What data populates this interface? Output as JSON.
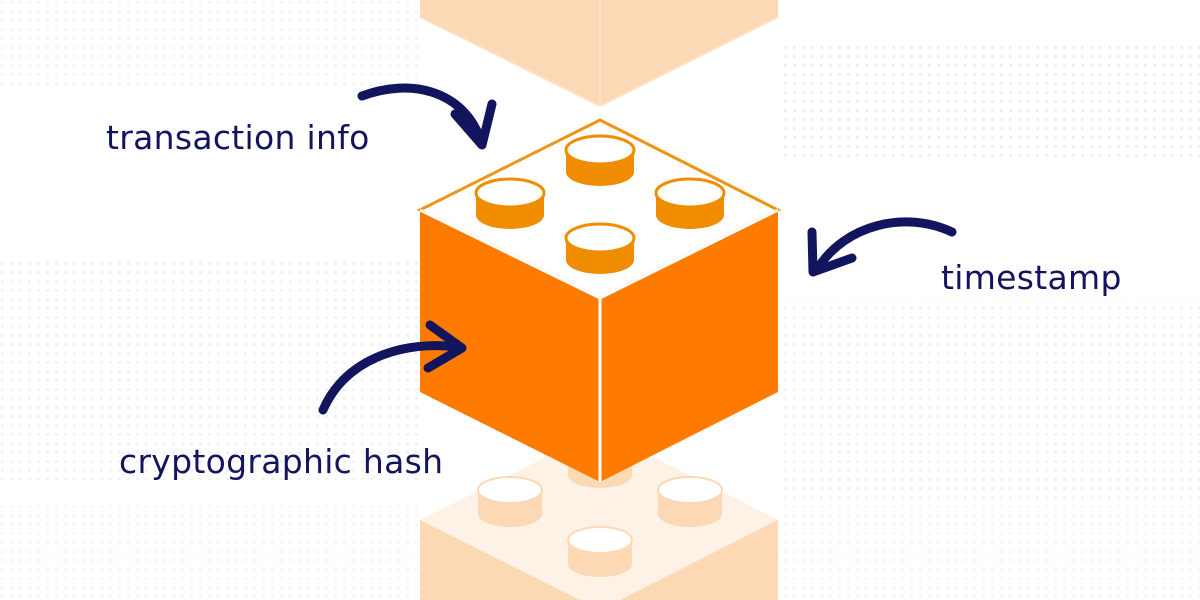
{
  "labels": {
    "transaction_info": "transaction info",
    "timestamp": "timestamp",
    "cryptographic_hash": "cryptographic hash"
  },
  "colors": {
    "text_navy": "#12155e",
    "arrow_navy": "#12155e",
    "block_front": "#ff7b00",
    "block_side": "#ff7b00",
    "block_top": "#ffffff",
    "block_edge": "#f09310",
    "stud": "#f08c00",
    "ghost_block": "#fdd8b4",
    "ghost_edge": "#fbe3c9",
    "dots": "#d5d6e6"
  },
  "icons": {
    "arrow": "curved-arrow-icon",
    "block": "blockchain-block-brick"
  }
}
